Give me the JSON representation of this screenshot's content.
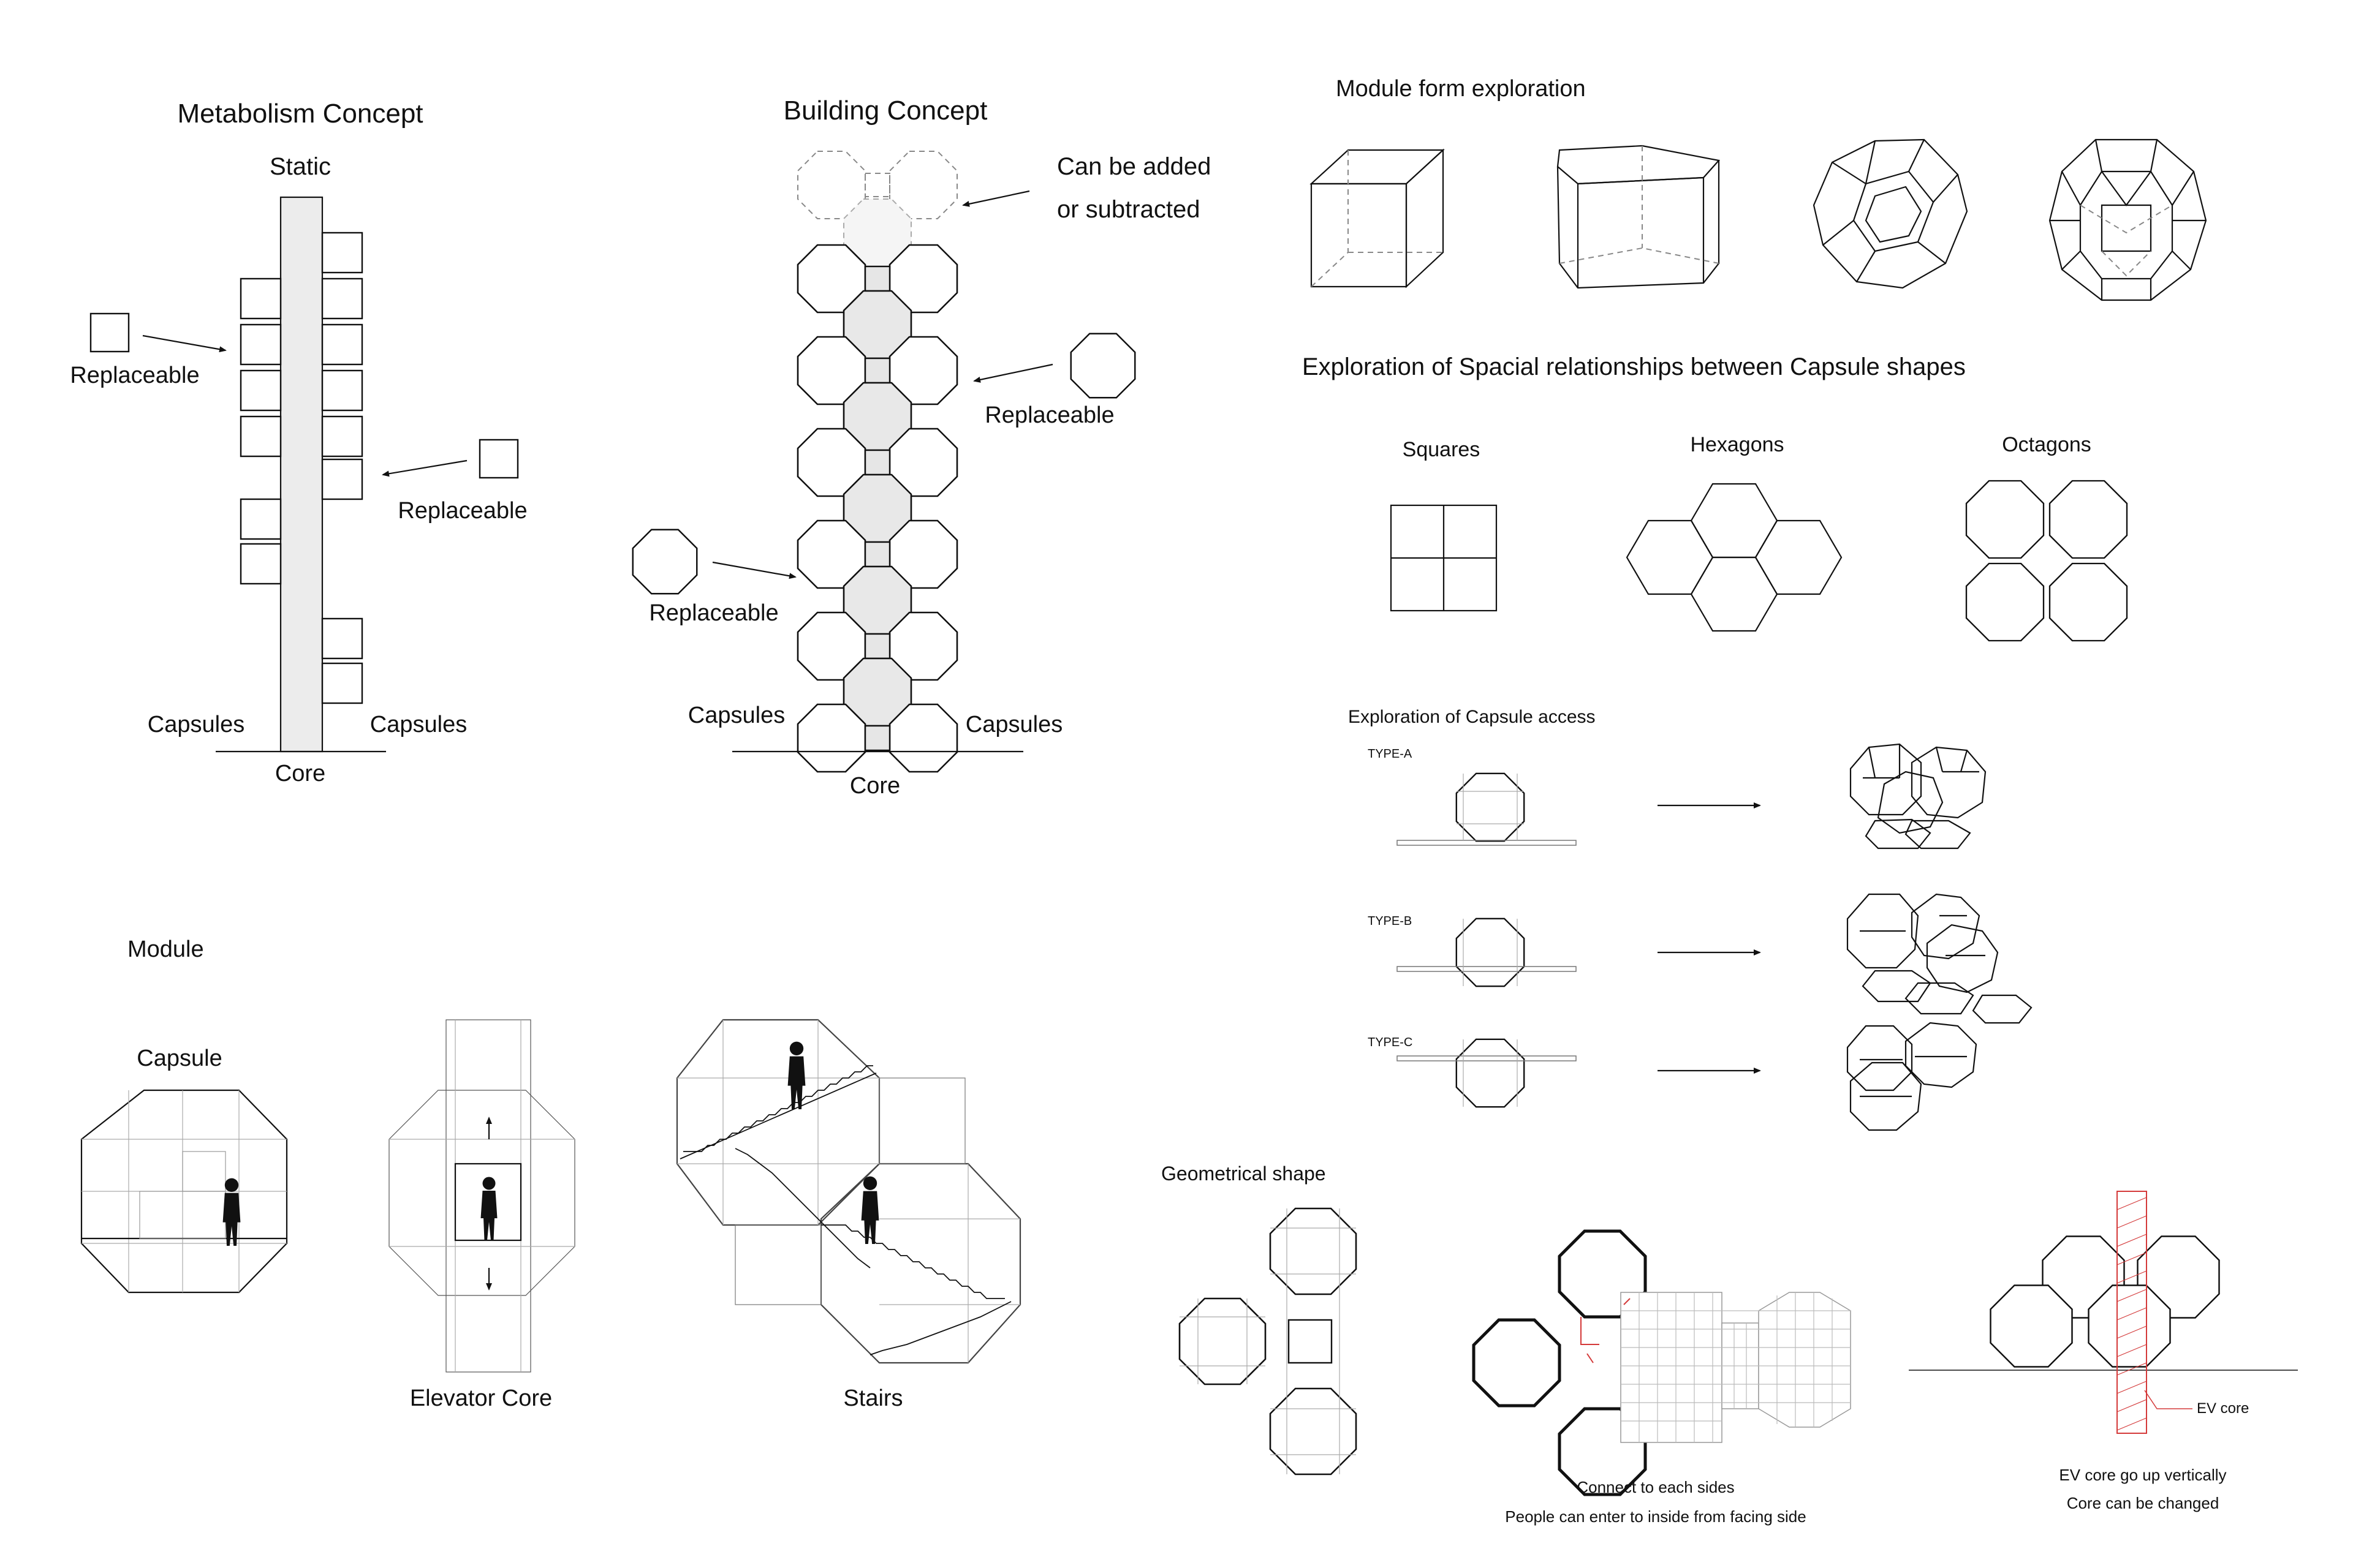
{
  "metabolism": {
    "title": "Metabolism Concept",
    "static_label": "Static",
    "replaceable_left": "Replaceable",
    "replaceable_right": "Replaceable",
    "capsules_left": "Capsules",
    "capsules_right": "Capsules",
    "core_label": "Core"
  },
  "building": {
    "title": "Building Concept",
    "added_line1": "Can be added",
    "added_line2": "or subtracted",
    "replaceable_right": "Replaceable",
    "replaceable_left": "Replaceable",
    "capsules_left": "Capsules",
    "capsules_right": "Capsules",
    "core_label": "Core"
  },
  "module_form": {
    "title": "Module form exploration",
    "shapes": [
      "cube",
      "hexagonal-prism",
      "truncated-octahedron",
      "rhombicuboctahedron"
    ]
  },
  "spatial": {
    "title": "Exploration of Spacial relationships between Capsule shapes",
    "labels": [
      "Squares",
      "Hexagons",
      "Octagons"
    ]
  },
  "access": {
    "title": "Exploration of Capsule access",
    "types": [
      "TYPE-A",
      "TYPE-B",
      "TYPE-C"
    ]
  },
  "module": {
    "title": "Module",
    "capsule_label": "Capsule",
    "elevator_label": "Elevator Core",
    "stairs_label": "Stairs"
  },
  "geometry": {
    "title": "Geometrical shape",
    "caption1_line1": "Connect to each sides",
    "caption1_line2": "People can enter to inside from facing side",
    "ev_core_tag": "EV core",
    "caption2_line1": "EV core go up vertically",
    "caption2_line2": "Core can be changed"
  },
  "colors": {
    "line": "#111111",
    "core_fill": "#ececec",
    "accent_red": "#d43a3a"
  }
}
